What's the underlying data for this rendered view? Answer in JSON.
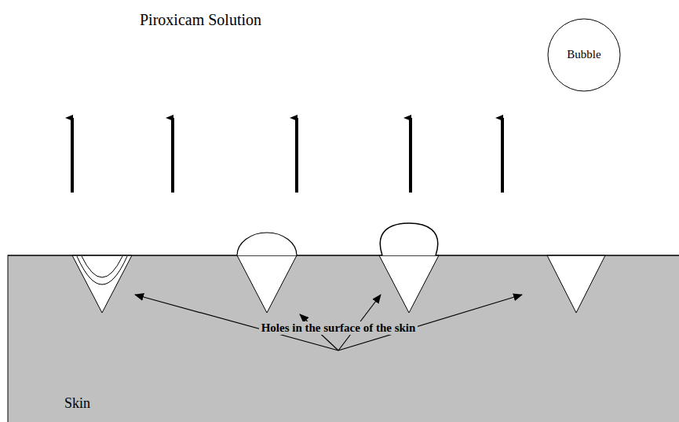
{
  "diagram": {
    "nodes": [
      {
        "text": [
          "Bubble"
        ]
      },
      {
        "text": [
          "Holes in the surface of the skin",
          "Skin"
        ]
      }
    ],
    "labels": [
      "Piroxicam Solution"
    ]
  }
}
